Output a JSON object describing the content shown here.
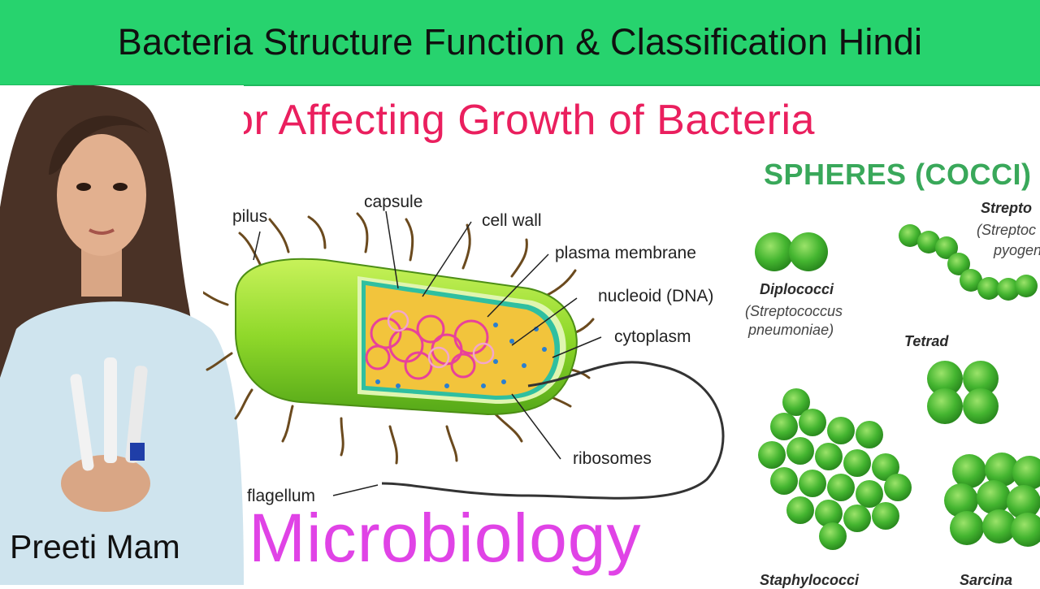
{
  "banner": {
    "title": "Bacteria Structure Function & Classification Hindi",
    "color": "#27d36e"
  },
  "subtitle": {
    "text": "Factor Affecting Growth of Bacteria",
    "color": "#ea1f5e"
  },
  "presenter": {
    "name": "Preeti Mam"
  },
  "brand": {
    "text": "Microbiology",
    "color": "#e043e6"
  },
  "diagram": {
    "labels": {
      "pilus": "pilus",
      "capsule": "capsule",
      "cell_wall": "cell wall",
      "plasma_membrane": "plasma membrane",
      "nucleoid": "nucleoid (DNA)",
      "cytoplasm": "cytoplasm",
      "ribosomes": "ribosomes",
      "flagellum": "flagellum"
    }
  },
  "cocci": {
    "title": "SPHERES (COCCI)",
    "diplococci": {
      "name": "Diplococci",
      "sci_line1": "(Streptococcus",
      "sci_line2": "pneumoniae)"
    },
    "streptococci": {
      "name": "Strepto",
      "sci_line1": "(Streptoc",
      "sci_line2": "pyogen"
    },
    "tetrad": {
      "name": "Tetrad"
    },
    "staphylococci": {
      "name": "Staphylococci"
    },
    "sarcina": {
      "name": "Sarcina"
    }
  }
}
